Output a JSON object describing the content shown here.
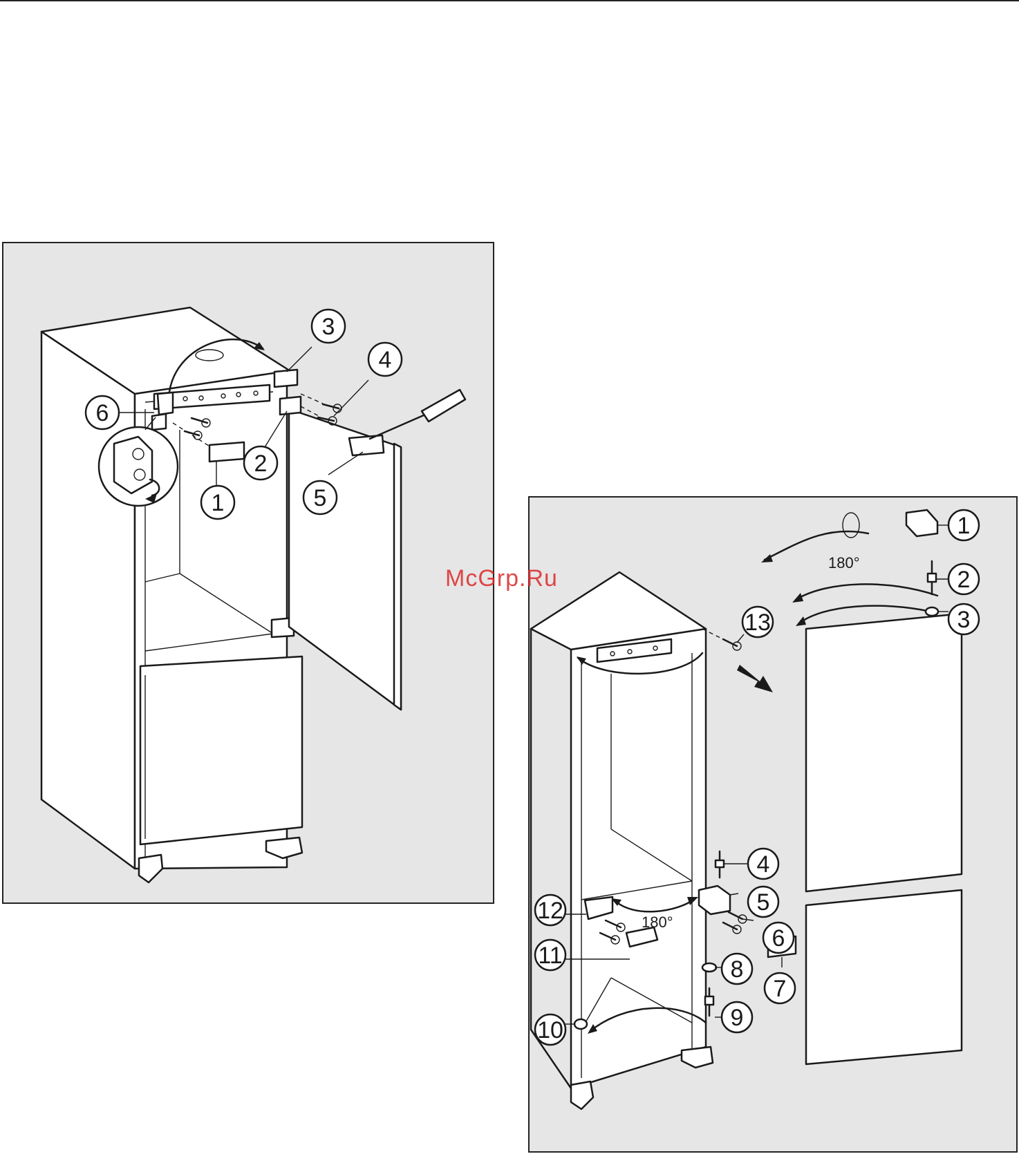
{
  "watermark": "McGrp.Ru",
  "figure_1": {
    "callouts": [
      "1",
      "2",
      "3",
      "4",
      "5",
      "6"
    ]
  },
  "figure_2": {
    "callouts": [
      "1",
      "2",
      "3",
      "4",
      "5",
      "6",
      "7",
      "8",
      "9",
      "10",
      "11",
      "12",
      "13"
    ],
    "rotation_label_top": "180°",
    "rotation_label_bottom": "180°"
  }
}
